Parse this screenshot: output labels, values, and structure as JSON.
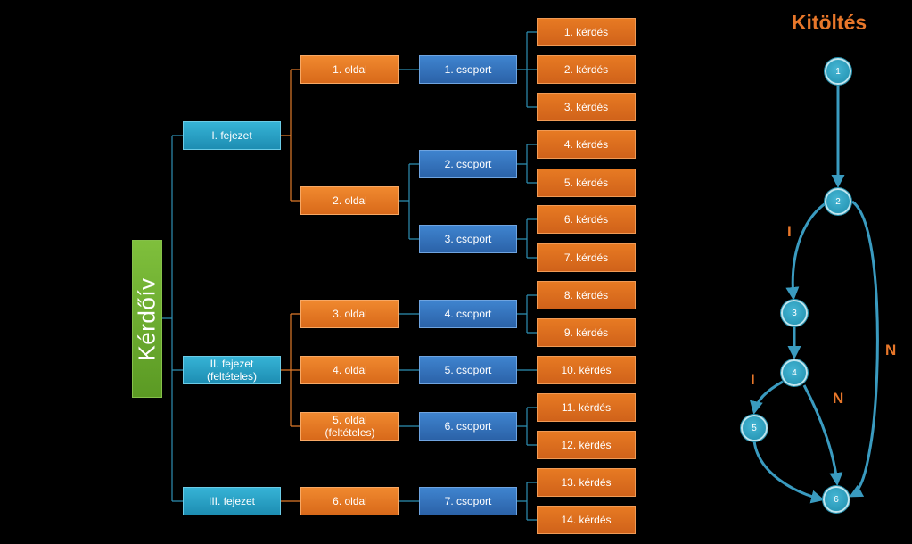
{
  "tree": {
    "root": "Kérdőív",
    "chapters": [
      "I. fejezet",
      "II. fejezet\n(feltételes)",
      "III. fejezet"
    ],
    "pages": [
      "1. oldal",
      "2. oldal",
      "3. oldal",
      "4. oldal",
      "5. oldal\n(feltételes)",
      "6. oldal"
    ],
    "groups": [
      "1. csoport",
      "2. csoport",
      "3. csoport",
      "4. csoport",
      "5. csoport",
      "6. csoport",
      "7. csoport"
    ],
    "questions": [
      "1. kérdés",
      "2. kérdés",
      "3. kérdés",
      "4. kérdés",
      "5. kérdés",
      "6. kérdés",
      "7. kérdés",
      "8. kérdés",
      "9. kérdés",
      "10. kérdés",
      "11. kérdés",
      "12. kérdés",
      "13. kérdés",
      "14. kérdés"
    ]
  },
  "flow": {
    "title": "Kitöltés",
    "nodes": [
      "1",
      "2",
      "3",
      "4",
      "5",
      "6"
    ],
    "edge_labels": {
      "yes_upper": "I",
      "no_upper": "N",
      "yes_lower": "I",
      "no_lower": "N"
    }
  },
  "colors": {
    "connector": "#2e8fb3",
    "page_connector": "#e07a2a",
    "title_accent": "#e8772a"
  }
}
